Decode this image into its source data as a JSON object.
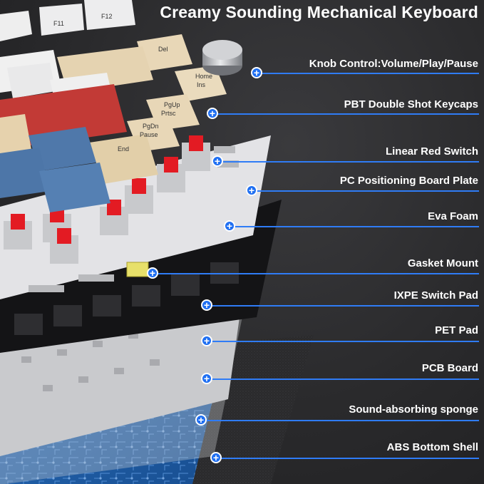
{
  "title": "Creamy Sounding Mechanical Keyboard",
  "colors": {
    "accent": "#1f6ff2",
    "background": "#2b2b2d",
    "keycap_cream": "#e8d7b7",
    "keycap_white": "#eeeeee",
    "keycap_red": "#c23a36",
    "keycap_blue": "#4d76a8",
    "switch_red": "#e31b23",
    "pcb_blue": "#1d5fa8"
  },
  "callouts": [
    {
      "label": "Knob Control:Volume/Play/Pause",
      "icon": "plus-marker-icon"
    },
    {
      "label": "PBT Double Shot Keycaps",
      "icon": "plus-marker-icon"
    },
    {
      "label": "Linear Red Switch",
      "icon": "plus-marker-icon"
    },
    {
      "label": "PC Positioning Board Plate",
      "icon": "plus-marker-icon"
    },
    {
      "label": "Eva Foam",
      "icon": "plus-marker-icon"
    },
    {
      "label": "Gasket Mount",
      "icon": "plus-marker-icon"
    },
    {
      "label": "IXPE Switch Pad",
      "icon": "plus-marker-icon"
    },
    {
      "label": "PET Pad",
      "icon": "plus-marker-icon"
    },
    {
      "label": "PCB Board",
      "icon": "plus-marker-icon"
    },
    {
      "label": "Sound-absorbing sponge",
      "icon": "plus-marker-icon"
    },
    {
      "label": "ABS Bottom Shell",
      "icon": "plus-marker-icon"
    }
  ],
  "keycaps": {
    "f11": "F11",
    "f12": "F12",
    "del": "Del",
    "home": "Home",
    "ins": "Ins",
    "pgup": "PgUp",
    "prtsc": "Prtsc",
    "pgdn": "PgDn",
    "pause": "Pause",
    "end": "End"
  }
}
